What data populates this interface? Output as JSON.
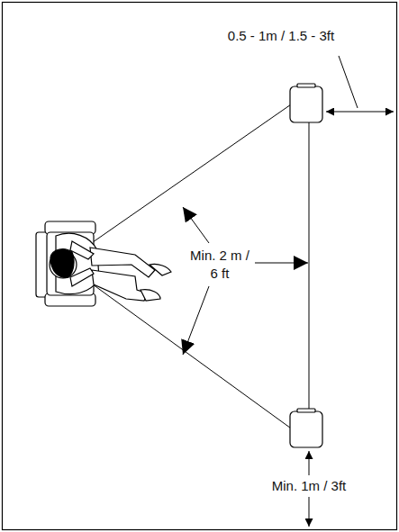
{
  "diagram": {
    "labels": [
      "0.5 - 1m / 1.5 - 3ft",
      "Min. 2 m / 6 ft",
      "Min. 1m / 3ft"
    ]
  }
}
